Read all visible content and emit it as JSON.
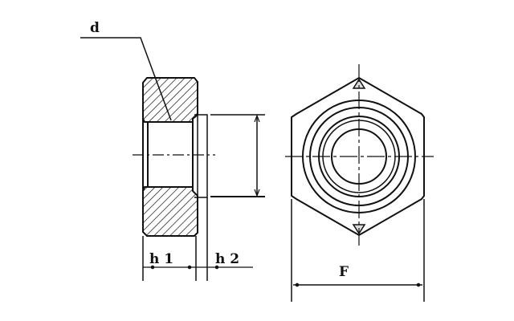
{
  "labels": {
    "thread_diameter": "d",
    "nut_height": "h 1",
    "pilot_height": "h 2",
    "width_across_flats": "F"
  },
  "colors": {
    "line": "#111111",
    "background": "#ffffff"
  }
}
